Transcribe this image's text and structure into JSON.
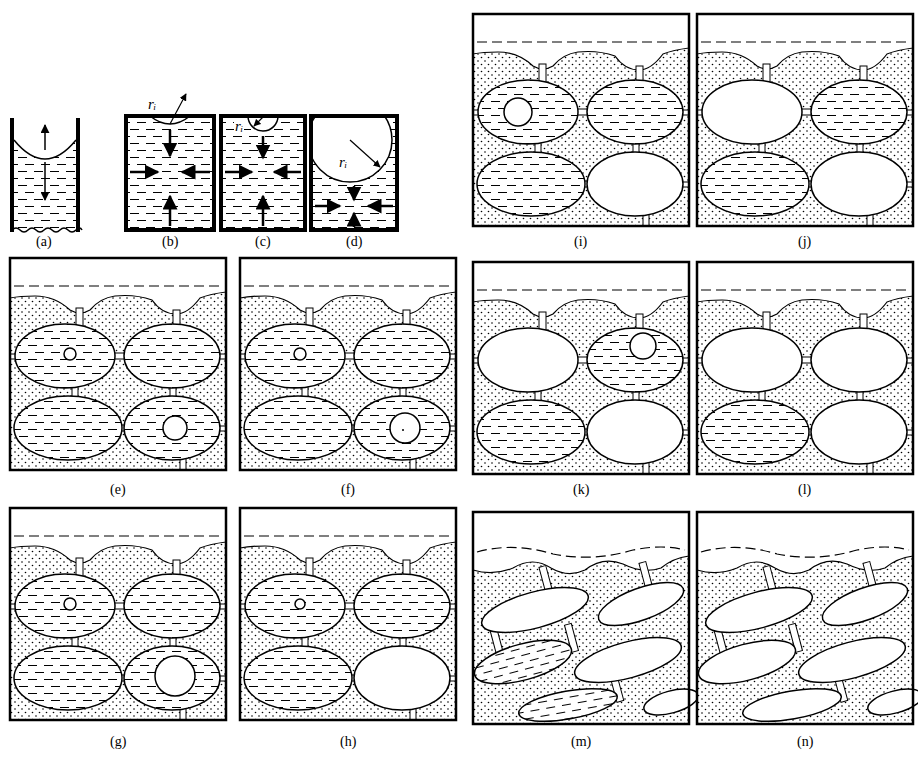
{
  "diagram": {
    "labels": [
      "(a)",
      "(b)",
      "(c)",
      "(d)",
      "(i)",
      "(j)",
      "(e)",
      "(f)",
      "(k)",
      "(l)",
      "(g)",
      "(h)",
      "(m)",
      "(n)",
      "rᵢ",
      "rᵢ",
      "rᵢ"
    ]
  }
}
